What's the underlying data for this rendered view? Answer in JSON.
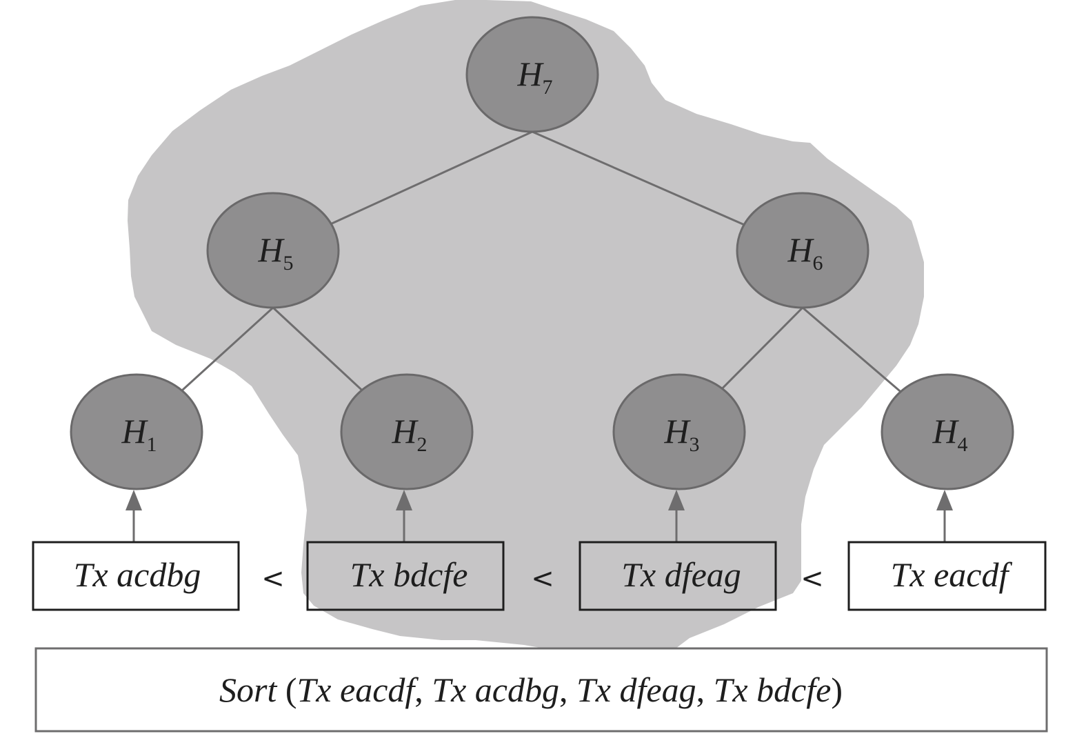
{
  "diagram": {
    "title": "Merkle tree built over canonically sorted transactions",
    "colors": {
      "highlight_region": "#c6c5c6",
      "node_fill": "#8f8e8f",
      "node_stroke": "#6a696a",
      "edge": "#6e6d6e",
      "text": "#1e1e1e"
    },
    "nodes": [
      {
        "id": "H7",
        "letter": "H",
        "sub": "7",
        "level": "root"
      },
      {
        "id": "H5",
        "letter": "H",
        "sub": "5",
        "level": "internal"
      },
      {
        "id": "H6",
        "letter": "H",
        "sub": "6",
        "level": "internal"
      },
      {
        "id": "H1",
        "letter": "H",
        "sub": "1",
        "level": "leaf"
      },
      {
        "id": "H2",
        "letter": "H",
        "sub": "2",
        "level": "leaf"
      },
      {
        "id": "H3",
        "letter": "H",
        "sub": "3",
        "level": "leaf"
      },
      {
        "id": "H4",
        "letter": "H",
        "sub": "4",
        "level": "leaf"
      }
    ],
    "edges": [
      {
        "from": "H7",
        "to": "H5"
      },
      {
        "from": "H7",
        "to": "H6"
      },
      {
        "from": "H5",
        "to": "H1"
      },
      {
        "from": "H5",
        "to": "H2"
      },
      {
        "from": "H6",
        "to": "H3"
      },
      {
        "from": "H6",
        "to": "H4"
      }
    ],
    "transactions": [
      {
        "label": "Tx acdbg",
        "hashes_to": "H1"
      },
      {
        "label": "Tx bdcfe",
        "hashes_to": "H2"
      },
      {
        "label": "Tx dfeag",
        "hashes_to": "H3"
      },
      {
        "label": "Tx eacdf",
        "hashes_to": "H4"
      }
    ],
    "comparators": [
      "<",
      "<",
      "<"
    ],
    "sort_call": {
      "func": "Sort",
      "open": " (",
      "args": [
        "Tx eacdf",
        "Tx acdbg",
        "Tx dfeag",
        "Tx bdcfe"
      ],
      "sep": ", ",
      "close": ")"
    },
    "highlighted_path": [
      "H7",
      "H5",
      "H6",
      "H2",
      "H3",
      "Tx bdcfe",
      "Tx dfeag"
    ]
  }
}
